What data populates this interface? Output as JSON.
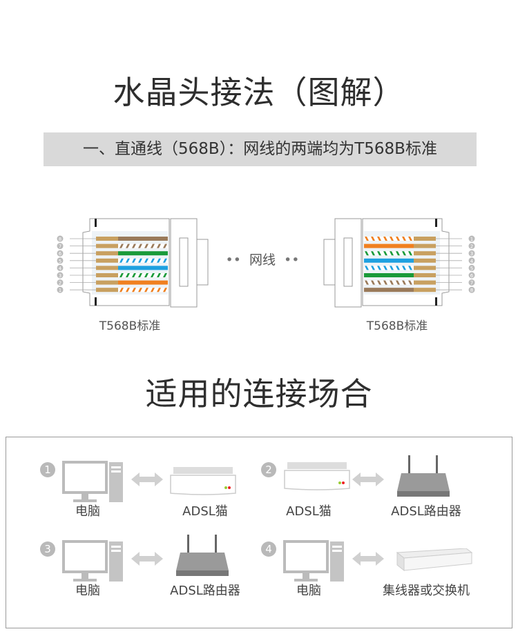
{
  "title": "水晶头接法（图解）",
  "subtitle_bar": "一、直通线（568B）：网线的两端均为T568B标准",
  "wiring": {
    "left_caption": "T568B标准",
    "right_caption": "T568B标准",
    "cable_label": "网线",
    "dots": "••",
    "pins": [
      "1",
      "2",
      "3",
      "4",
      "5",
      "6",
      "7",
      "8"
    ],
    "wires": [
      {
        "pin": "1",
        "color": "#f08020",
        "striped": true
      },
      {
        "pin": "2",
        "color": "#f08020",
        "striped": false
      },
      {
        "pin": "3",
        "color": "#1a9a3a",
        "striped": true
      },
      {
        "pin": "4",
        "color": "#1ea0e0",
        "striped": false
      },
      {
        "pin": "5",
        "color": "#1ea0e0",
        "striped": true
      },
      {
        "pin": "6",
        "color": "#1a9a3a",
        "striped": false
      },
      {
        "pin": "7",
        "color": "#9a7a5a",
        "striped": true
      },
      {
        "pin": "8",
        "color": "#9a7a5a",
        "striped": false
      }
    ],
    "contact_color": "#c8a060"
  },
  "section_title": "适用的连接场合",
  "scenarios": [
    {
      "number": "1",
      "left": "电脑",
      "right": "ADSL猫"
    },
    {
      "number": "2",
      "left": "ADSL猫",
      "right": "ADSL路由器"
    },
    {
      "number": "3",
      "left": "电脑",
      "right": "ADSL路由器"
    },
    {
      "number": "4",
      "left": "电脑",
      "right": "集线器或交换机"
    }
  ]
}
